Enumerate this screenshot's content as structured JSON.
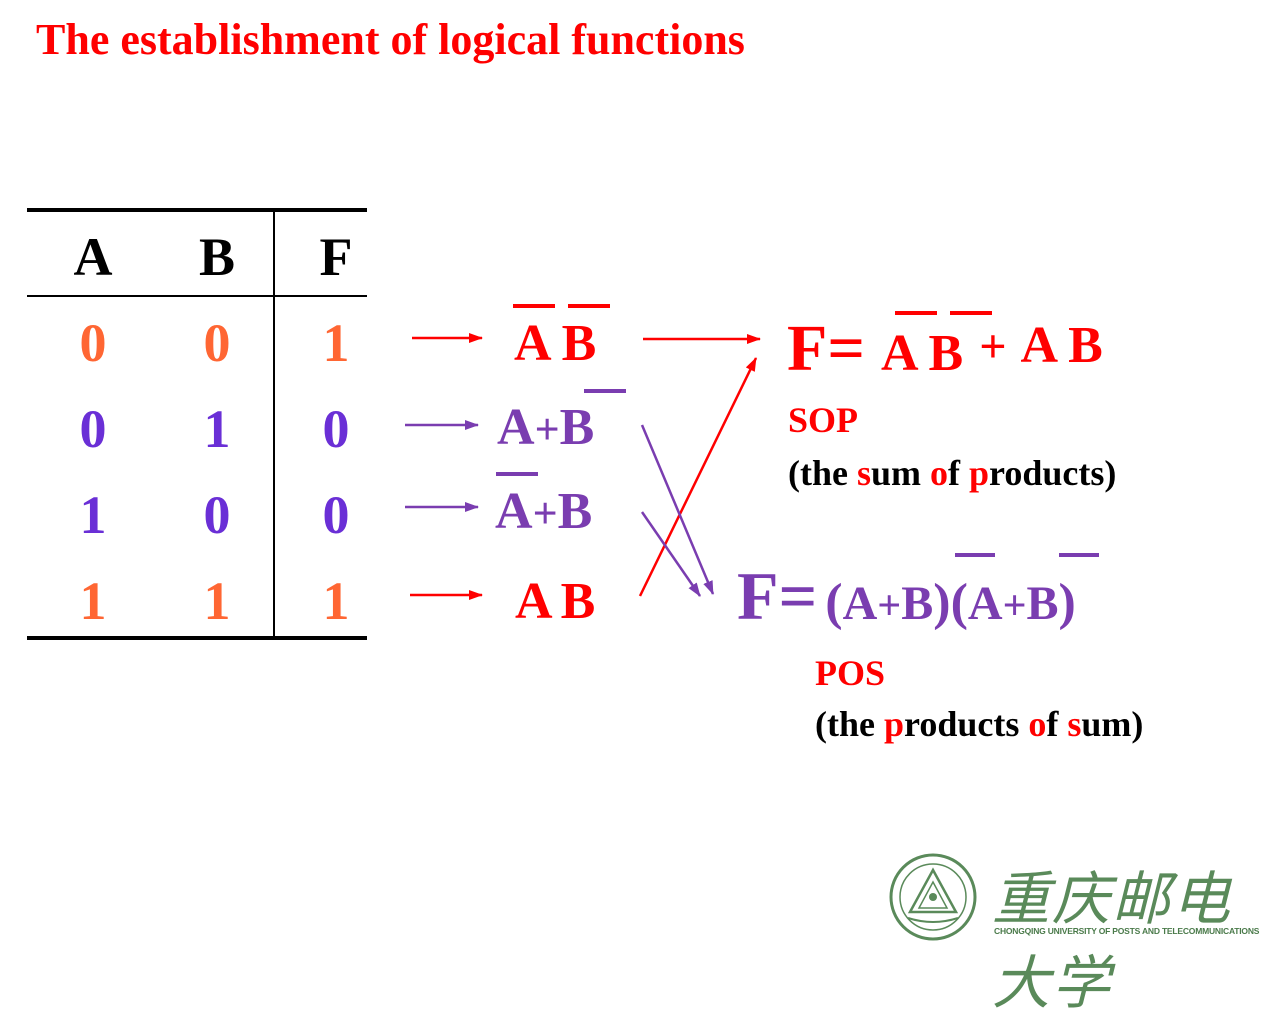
{
  "title": "The establishment of logical functions",
  "colors": {
    "title": "#ff0000",
    "output_one": "#ff6633",
    "output_zero": "#6a2fd6",
    "minterm": "#ff0000",
    "maxterm": "#7a3db0",
    "sop_arrow": "#ff0000",
    "pos_arrow": "#7a3db0",
    "logo": "#5a8a5a"
  },
  "truth_table": {
    "headers": [
      "A",
      "B",
      "F"
    ],
    "rows": [
      {
        "A": "0",
        "B": "0",
        "F": "1"
      },
      {
        "A": "0",
        "B": "1",
        "F": "0"
      },
      {
        "A": "1",
        "B": "0",
        "F": "0"
      },
      {
        "A": "1",
        "B": "1",
        "F": "1"
      }
    ]
  },
  "terms": {
    "row1": {
      "a": "A",
      "b": "B",
      "a_bar": true,
      "b_bar": true
    },
    "row2": {
      "a": "A",
      "op": "+",
      "b": "B",
      "b_bar": true
    },
    "row3": {
      "a": "A",
      "op": "+",
      "b": "B",
      "a_bar": true
    },
    "row4": {
      "a": "A",
      "b": "B"
    }
  },
  "sop": {
    "prefix": "F=",
    "t1a": "A",
    "t1b": "B",
    "plus": "+",
    "t2a": "A",
    "t2b": "B",
    "label": "SOP",
    "desc": {
      "p1": "(the ",
      "s": "s",
      "p2": "um ",
      "o": "o",
      "p3": "f ",
      "p": "p",
      "p4": "roducts)"
    }
  },
  "pos": {
    "prefix": "F=",
    "lp1": "(",
    "f1a": "A",
    "f1op": "+",
    "f1b": "B",
    "rp1": ")",
    "lp2": "(",
    "f2a": "A",
    "f2op": "+",
    "f2b": "B",
    "rp2": ")",
    "label": "POS",
    "desc": {
      "p1": "(the ",
      "p": "p",
      "p2": "roducts ",
      "o": "o",
      "p3": "f ",
      "s": "s",
      "p4": "um)"
    }
  },
  "logo": {
    "name": "重庆邮电大学",
    "subtitle": "CHONGQING UNIVERSITY OF POSTS AND TELECOMMUNICATIONS"
  }
}
